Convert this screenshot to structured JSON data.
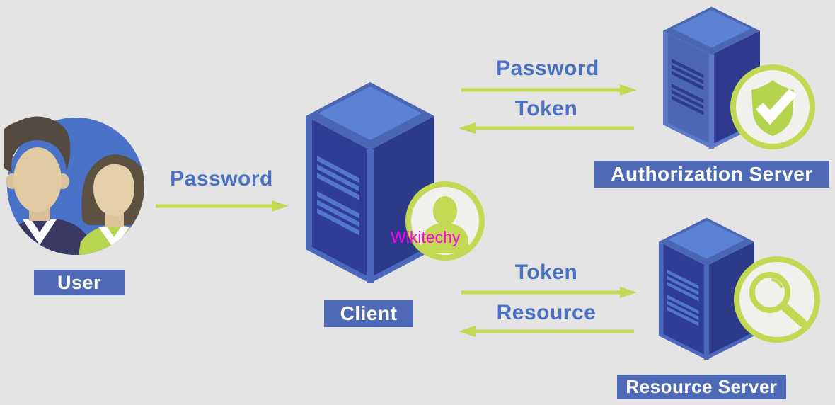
{
  "diagram": "oauth-password-grant-flow",
  "watermark": {
    "text": "Wikitechy",
    "color": "#ff00e8"
  },
  "colors": {
    "background": "#e5e4e4",
    "node_label_bg": "#4e6ab6",
    "node_label_text": "#ffffff",
    "flow_text_blue": "#4a70c4",
    "arrow_green": "#c3d853",
    "badge_border_green": "#c3d853",
    "badge_fill": "#f1f0ec",
    "shield_green": "#b5d44e",
    "server_face_dark": "#2f3e94",
    "server_face_medium": "#4d68b3",
    "server_lid_light": "#5c82d4",
    "avatar_circle_blue": "#4a72c8"
  },
  "nodes": {
    "user": {
      "label": "User",
      "icon": "two-users-avatar-icon"
    },
    "client": {
      "label": "Client",
      "icon": "server-tower-icon",
      "badge": "person-icon"
    },
    "authorization_server": {
      "label": "Authorization Server",
      "icon": "server-tower-icon",
      "badge": "shield-check-icon"
    },
    "resource_server": {
      "label": "Resource Server",
      "icon": "server-tower-icon",
      "badge": "magnifier-icon"
    }
  },
  "flows": {
    "user_to_client": {
      "label": "Password",
      "direction": "right"
    },
    "client_to_auth": {
      "label": "Password",
      "direction": "right"
    },
    "auth_to_client": {
      "label": "Token",
      "direction": "left"
    },
    "client_to_resource": {
      "label": "Token",
      "direction": "right"
    },
    "resource_to_client": {
      "label": "Resource",
      "direction": "left"
    }
  }
}
